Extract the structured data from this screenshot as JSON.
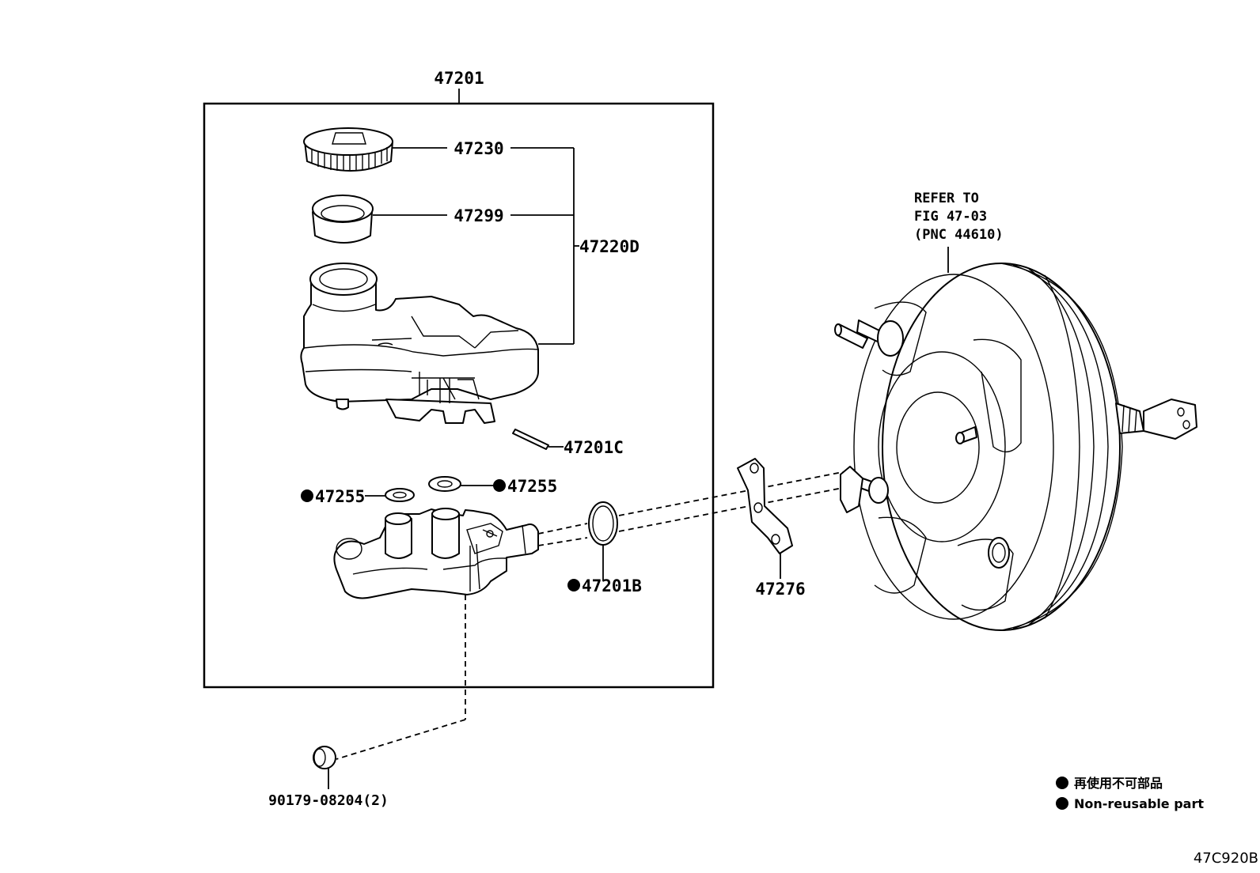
{
  "diagram": {
    "assembly_label": "47201",
    "callouts": {
      "cap": "47230",
      "strainer": "47299",
      "reservoir": "47220D",
      "pin": "47201C",
      "grommet_left": "47255",
      "grommet_right": "47255",
      "oring": "47201B",
      "gasket": "47276",
      "plug": "90179-08204(2)"
    },
    "refer_note": [
      "REFER TO",
      "FIG 47-03",
      "(PNC 44610)"
    ],
    "legend": {
      "japanese": "再使用不可部品",
      "english": "Non-reusable part"
    },
    "figure_code": "47C920B"
  }
}
